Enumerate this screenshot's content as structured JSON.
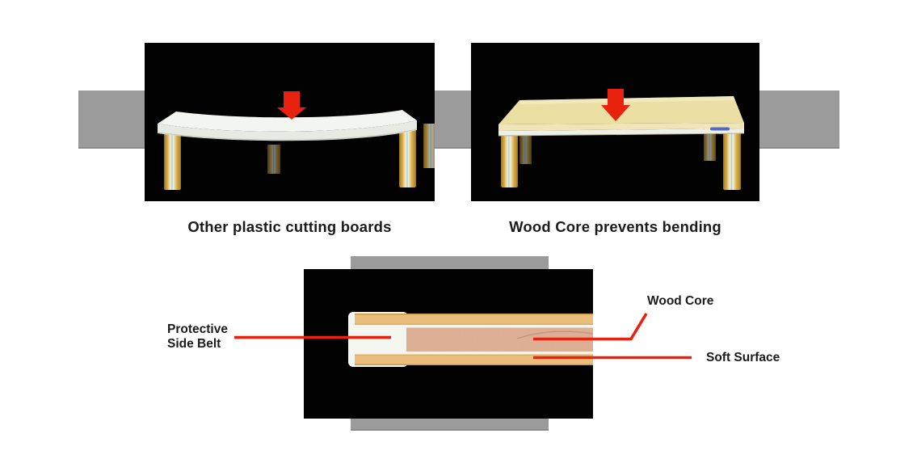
{
  "colors": {
    "background": "#ffffff",
    "accent_red": "#e8220e",
    "panel_black": "#000000",
    "backdrop_gray": "#9b9b9b",
    "text_dark": "#1b1b1b",
    "plastic_board_white": "#f2f4ee",
    "cutting_board_cream": "#ecdfa4",
    "side_layer_tan": "#eabf7d",
    "wood_core_pink": "#dcae92",
    "protective_belt_white": "#f4f6f0",
    "leg_gold": "#d8ac49",
    "brand_mark_blue": "#3a55c0"
  },
  "icons": {
    "left_force_arrow": "down-block-arrow",
    "right_force_arrow": "down-block-arrow"
  },
  "comparison": {
    "left_caption": "Other plastic cutting boards",
    "right_caption": "Wood Core prevents bending"
  },
  "cross_section": {
    "protective_side_belt_line1": "Protective",
    "protective_side_belt_line2": "Side Belt",
    "wood_core_label": "Wood Core",
    "soft_surface_label": "Soft Surface"
  }
}
